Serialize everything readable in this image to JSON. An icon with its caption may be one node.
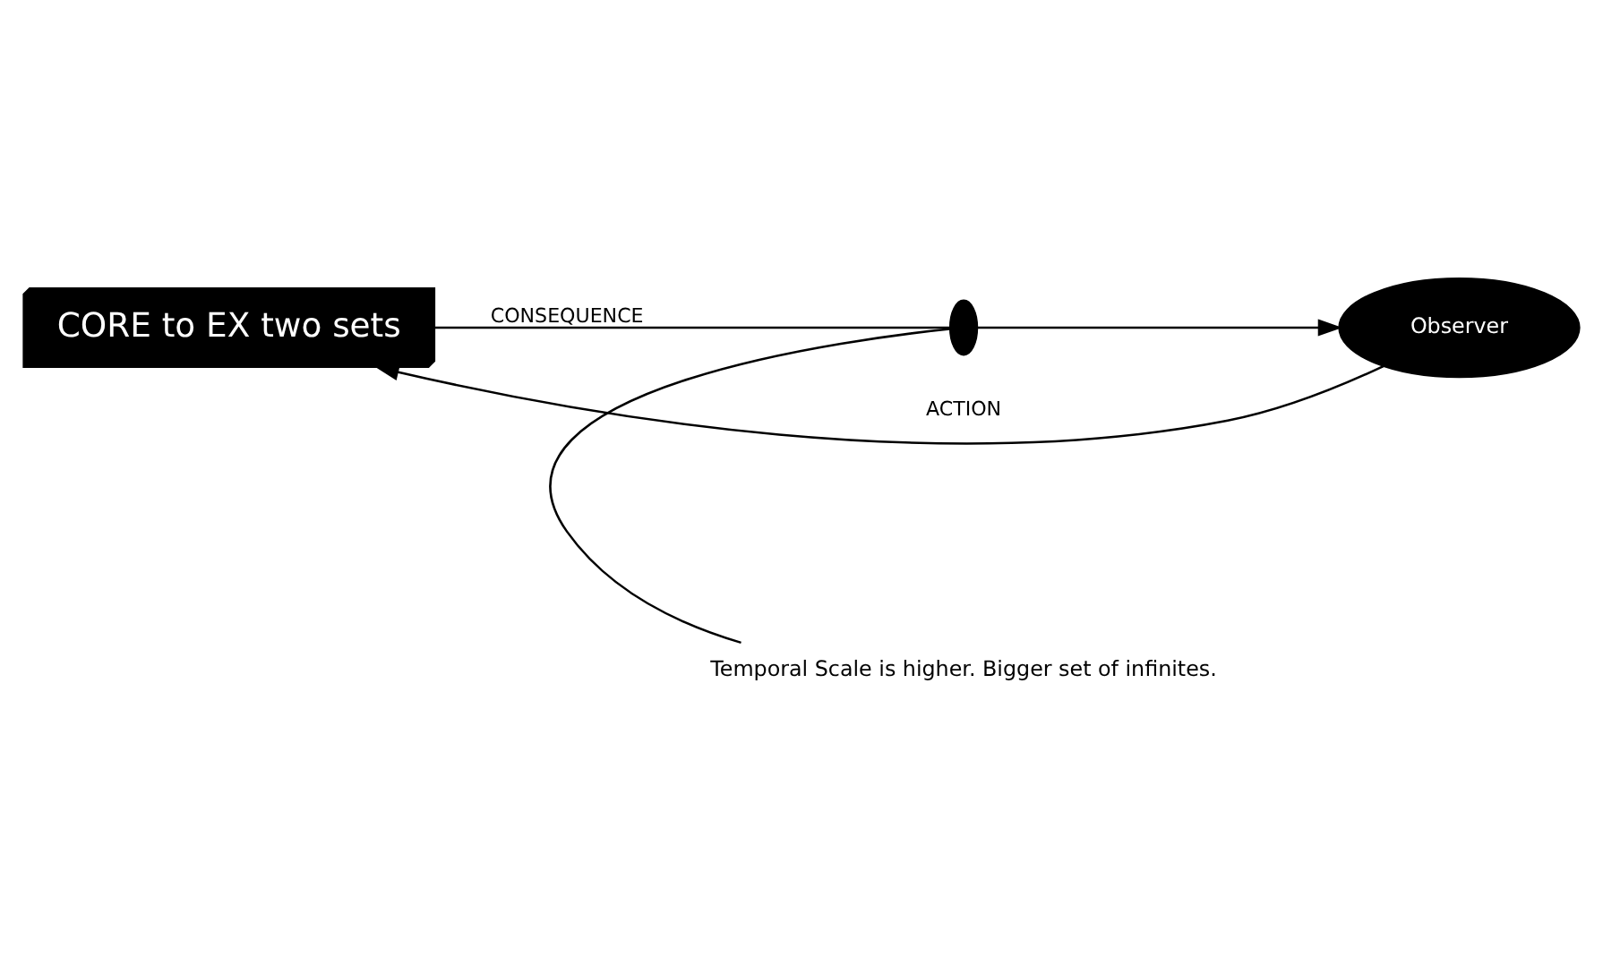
{
  "diagram": {
    "nodes": [
      {
        "text": [
          "CORE to EX two sets"
        ]
      },
      {
        "text": [],
        "shape": "ellipse"
      },
      {
        "text": [
          "Temporal Scale is higher. Bigger set of infinites."
        ]
      },
      {
        "text": [
          "Observer"
        ]
      }
    ],
    "edges": [
      {
        "from": 3,
        "to": 0,
        "arrow": "to",
        "label": "ACTION"
      },
      {
        "from": 0,
        "to": 1,
        "arrow": "none",
        "label": "CONSEQUENCE"
      },
      {
        "from": 1,
        "to": 3,
        "arrow": "to"
      },
      {
        "from": 2,
        "to": 1,
        "arrow": "none"
      }
    ]
  }
}
